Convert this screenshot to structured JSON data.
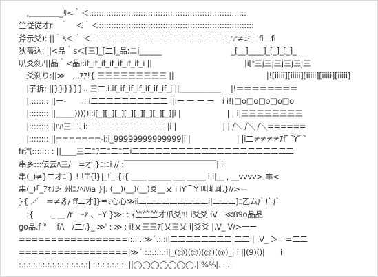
{
  "aa": {
    "lines": [
      "　,＿＿＿＿_ﾘ<｀＜::::::::::::::::::::::::::::::::::::::::::::::::::::::::::::::::",
      "竺従従才r　｀　＜｀＜:::::::::::::::::::::::::::::::::::::::::::::::::::::::::::::::",
      "斧示爻): ||｀s＜｀ ＜二二二二二二二二二二二二二二二二二二ﾊr≠ミ二fi二fi",
      "狄薔込: ||<品｀s＜[三]_[二]_品:ニi______　　　　　　　　　_[__]____]_[_]_[_]_",
      "叭爻刹ﾊ||品｀<品i:if_if_if_if_if_if_if_i ||　　　　　　　　　　　　|i[f三j三j三j三j三j三",
      "　爻刹り:||≫　,,,ｱｱ!{ 三三三三三三三三三 ||　　　　　　　　　　　　|![iiiii][iiiii][iiiii][iiiii][iiiii]",
      "　|子拆:.||}}}}}}.. 三二.i.if_if_if_if_if_if_if_j ||___________　 |!＝＝＝＝＝＝＝＝",
      "　|:::::::: ||ー-　　.. i二二二二二二二二二二 ||iー ー ー ー　i i![□o□o□o□o□o",
      "　|:::::::: ||_____)))))i:i[_][_][_][_][_][_][_][_]|i |　　　　　　| | i|三三三三三三三三",
      "　|:::::::: ||ﾊﾊ三二. i:二二二二二二二二二二 |i |　　　　　　| | /＼ /＼ /＼======",
      "　|:::::::: ||=======-i:i_99999999999999|i |　　　　　　| |i二≠≠≠≠ｱf⌒Y⌒",
      "fr汽::::::: : ||____三二ﾆｦ二ﾆ二ﾆ二i二二二二二二二二二二二二二二二二二二二二二",
      "串乡:::伝云ﾊ三/一=才 }ﾆ:ﾆi //.:￣￣￣￣￣￣￣￣￣￣￣￣| i",
      "串(_)≠}二才ﾆ } ! ｢T{l}|_｢_ {i{ ____ ______ ___ _____ i i|__ , __vvvv> 丰<",
      "串(_)｢_ｱｵﾘ乏 州ﾆﾉﾍﾊﾊa }|. (__)(__)(__)爻__乂 i iY⌒Y 叫乢乢}//>＝",
      "}{ ／一＝≠豸/ ff二才]}≡ﾐ心心≫ii二二二二二二二二二i|二二二]ﾆ乙ム广广广",
      "　:{　　._ __ /r一ｰz 、ｰY }≫: : ｨ竺竺竺才爪爻ﾊ! i爻爻 iV一≪89o品品",
      "go品.f ° 　f/\\　/二ﾊ}_ ≫' : ≫ : i!乂三三ｱ[乂三乂 i|爻爻 |.V_ V/>一ー",
      "=================i:.: .:≫´.:.:i|二二二二二二二二|二二 | .V_ ＞一=二二",
      "=================|≫´ :.:.:.:.:i|_(@)(@)(@)(@)_| i ||(9)()|　　i",
      ":.:.:.:.:.:.:.:.:.:.:.:.:.:.:| :.:.: :.:.:.:. ||◯◯◯◯◯◯◯.||%%|. . .|"
    ]
  }
}
